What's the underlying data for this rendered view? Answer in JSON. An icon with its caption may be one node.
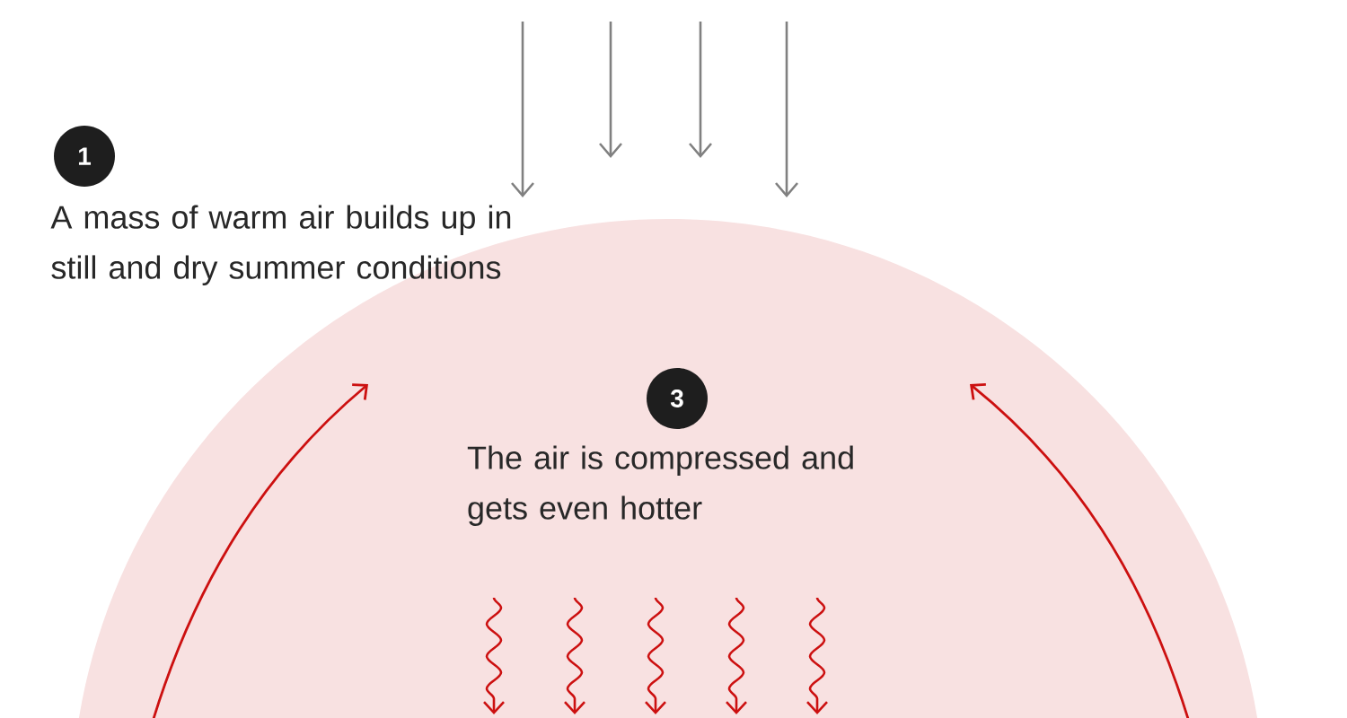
{
  "diagram": {
    "nodes": [
      {
        "text": [
          "3",
          "The air is compressed and gets even hotter"
        ]
      }
    ],
    "labels": [
      "1",
      "A mass of warm air builds up in still and dry summer conditions"
    ]
  }
}
